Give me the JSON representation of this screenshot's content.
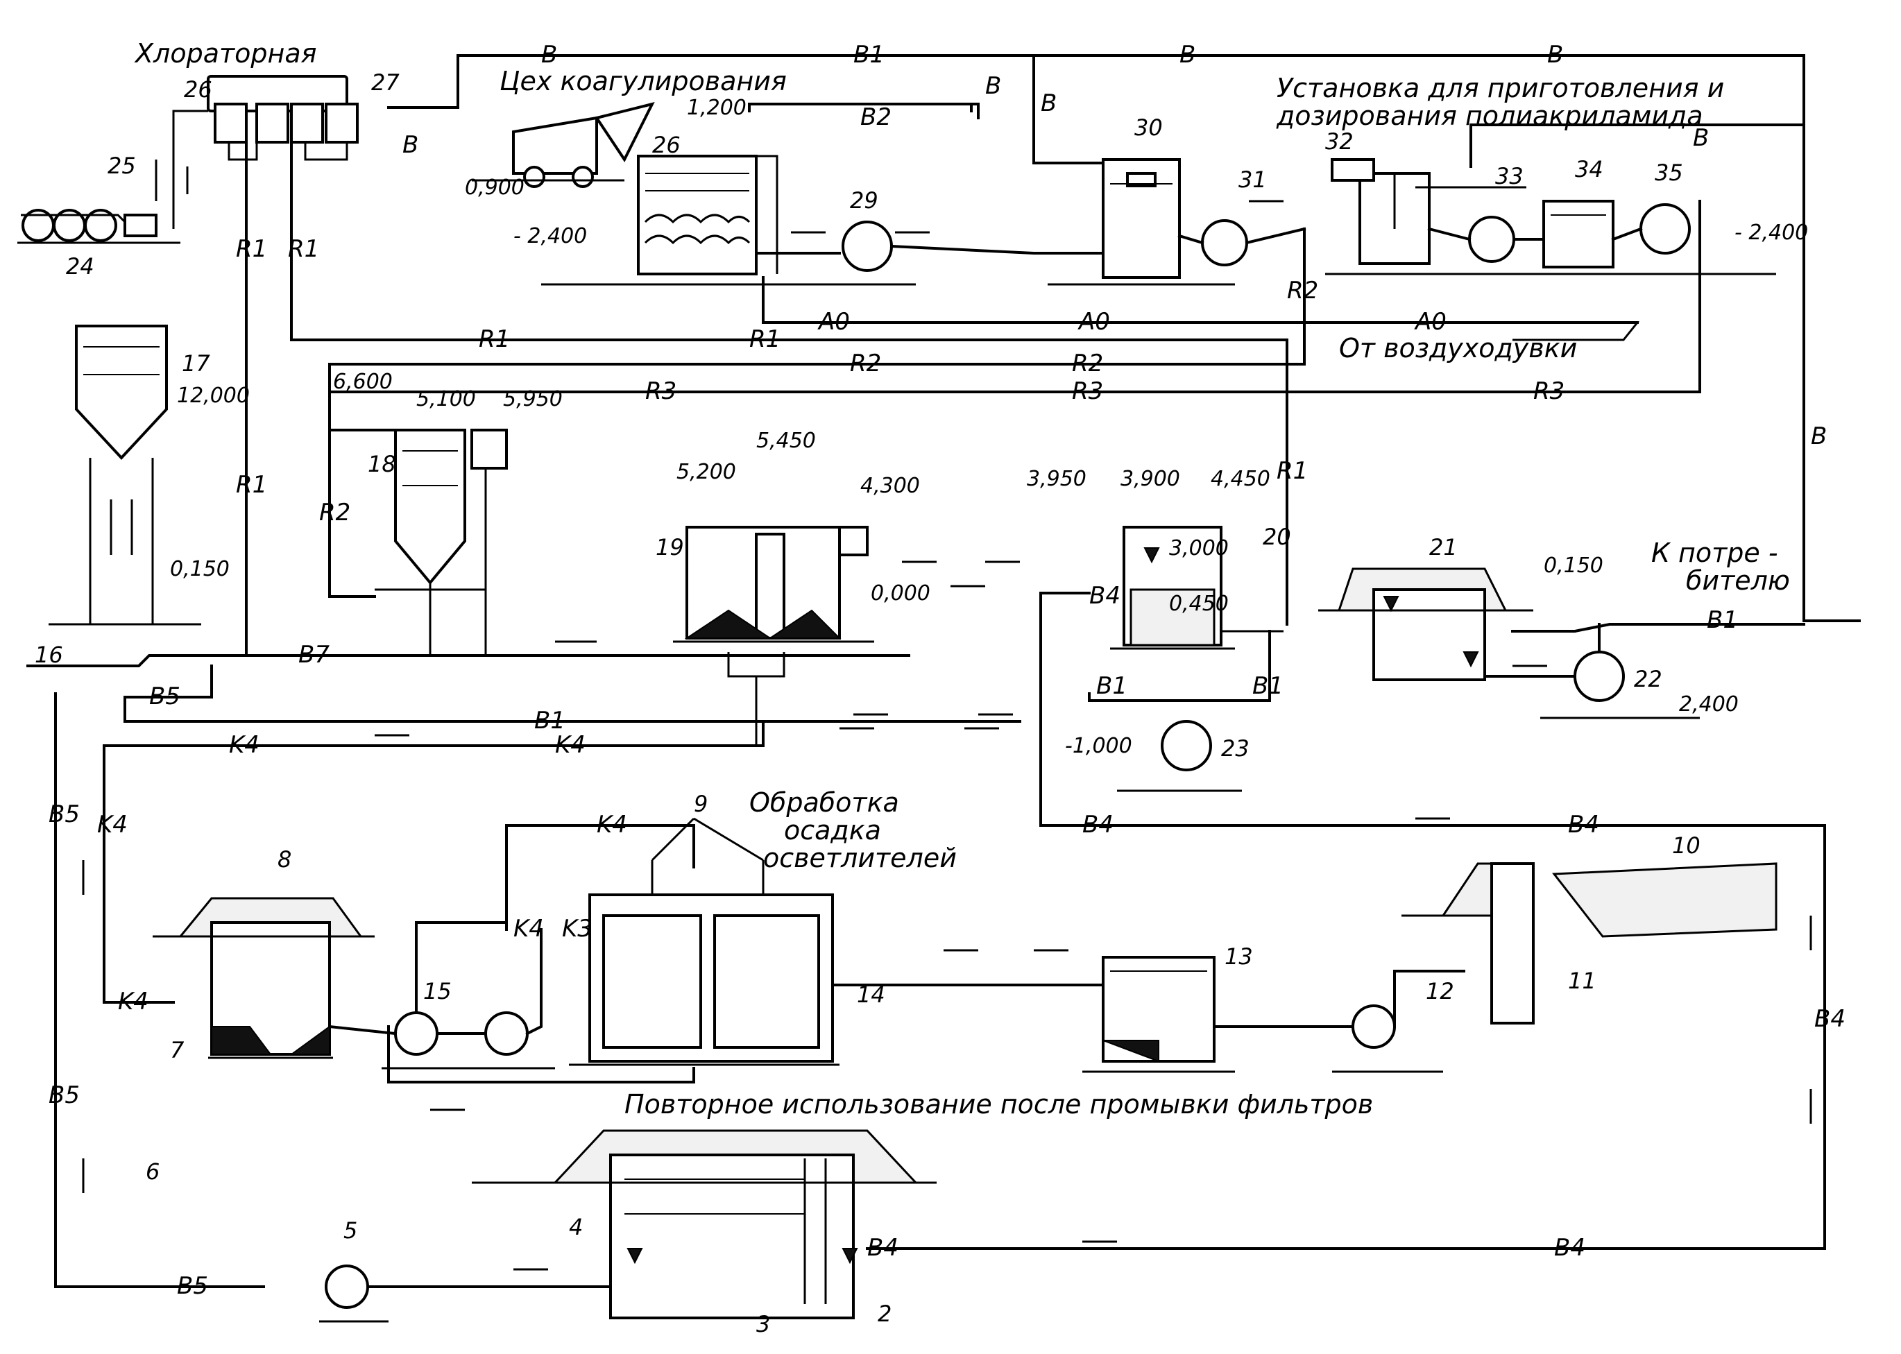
{
  "labels": {
    "chlorinator": "Хлораторная",
    "coagulation": "Цех коагулирования",
    "polyacrylamide_1": "Установка для приготовления и",
    "polyacrylamide_2": "дозирования полиакриламида",
    "blower": "От воздуходувки",
    "consumer_1": "К потре -",
    "consumer_2": "бителю",
    "sludge_1": "Обработка",
    "sludge_2": "осадка",
    "sludge_3": "осветлителей",
    "reuse": "Повторное использование после промывки фильтров"
  },
  "pipes": {
    "v": "B",
    "v1": "B1",
    "v2": "B2",
    "v4": "B4",
    "v5": "B5",
    "v7": "B7",
    "r1": "R1",
    "r2": "R2",
    "r3": "R3",
    "a0": "A0",
    "k3": "K3",
    "k4": "K4"
  },
  "levels": {
    "l1200": "1,200",
    "l0900": "0,900",
    "lm2400a": "- 2,400",
    "lm2400b": "- 2,400",
    "l12000": "12,000",
    "l0150a": "0,150",
    "l6600": "6,600",
    "l5100": "5,100",
    "l5950": "5,950",
    "l5200": "5,200",
    "l5450": "5,450",
    "l4300": "4,300",
    "l0000": "0,000",
    "l3950": "3,950",
    "l3900": "3,900",
    "l4450": "4,450",
    "l3000": "3,000",
    "l0450": "0,450",
    "l0150b": "0,150",
    "l2400": "2,400",
    "lm1000": "-1,000"
  },
  "numbers": {
    "n2": "2",
    "n3": "3",
    "n4": "4",
    "n5": "5",
    "n6": "6",
    "n7": "7",
    "n8": "8",
    "n9": "9",
    "n10": "10",
    "n11": "11",
    "n12": "12",
    "n13": "13",
    "n14": "14",
    "n15": "15",
    "n16": "16",
    "n17": "17",
    "n18": "18",
    "n19": "19",
    "n20": "20",
    "n21": "21",
    "n22": "22",
    "n23": "23",
    "n24": "24",
    "n25": "25",
    "n26a": "26",
    "n26b": "26",
    "n27": "27",
    "n29": "29",
    "n30": "30",
    "n31": "31",
    "n32": "32",
    "n33": "33",
    "n34": "34",
    "n35": "35"
  }
}
